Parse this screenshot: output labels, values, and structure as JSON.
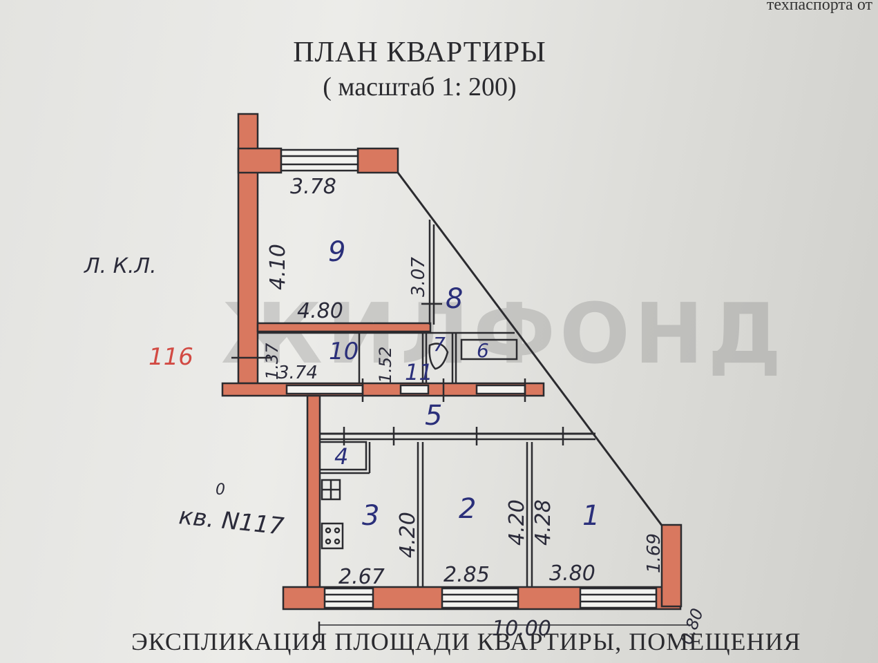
{
  "header": {
    "corner_text": "техпаспорта от",
    "title": "ПЛАН КВАРТИРЫ",
    "scale": "( масштаб 1: 200)"
  },
  "watermark": "ЖИЛФОНД",
  "plan": {
    "room_numbers": [
      "9",
      "8",
      "10",
      "7",
      "6",
      "11",
      "5",
      "4",
      "3",
      "2",
      "1"
    ],
    "dimensions": {
      "room9_width_top": "3.78",
      "room9_height": "4.10",
      "room9_width_bottom": "4.80",
      "room8_height": "3.07",
      "room10_height": "1.37",
      "room10_width": "3.74",
      "room11_height": "1.52",
      "room3_height": "4.20",
      "room2_height": "4.20",
      "room1_height": "4.28",
      "right_wall_height": "1.69",
      "room3_width": "2.67",
      "room2_width": "2.85",
      "room1_width": "3.80",
      "total_width": "10.00",
      "corner_dim": "0.80"
    },
    "annotations": {
      "stairwell": "Л. К.Л.",
      "neighbor_apt_number": "116",
      "neighbor_apt_label": "кв. N117",
      "neighbor_apt_mark": "0"
    }
  },
  "footer": {
    "text": "ЭКСПЛИКАЦИЯ ПЛОЩАДИ КВАРТИРЫ, ПОМЕЩЕНИЯ"
  },
  "colors": {
    "wall_fill": "#d9785f",
    "line": "#2b2b2f",
    "room_number_blue": "#2a2f7a",
    "apt_number_red": "#d24a43"
  }
}
